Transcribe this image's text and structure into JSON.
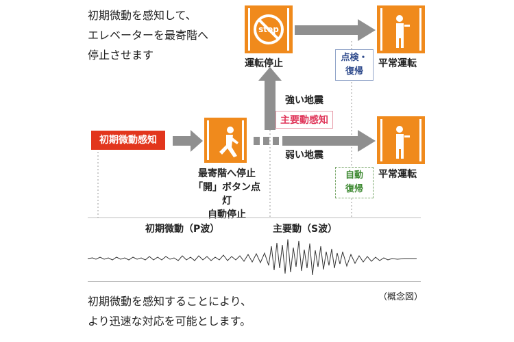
{
  "intro_lines": [
    "初期微動を感知して、",
    "エレベーターを最寄階へ",
    "停止させます"
  ],
  "stop_sign_text": "stop",
  "labels": {
    "emergency_stop": "運転停止",
    "normal_top": "平常運転",
    "normal_bottom": "平常運転",
    "strong_quake": "強い地震",
    "weak_quake": "弱い地震",
    "main_motion_detect": "主要動感知",
    "initial_detect": "初期微動感知",
    "inspection_restore_1": "点検・",
    "inspection_restore_2": "復帰",
    "auto_restore_1": "自動",
    "auto_restore_2": "復帰",
    "nearest_floor_1": "最寄階へ停止",
    "nearest_floor_2": "「開」ボタン点灯",
    "nearest_floor_3": "自動停止"
  },
  "wave_labels": {
    "p_wave": "初期微動（P波）",
    "s_wave": "主要動（S波）"
  },
  "footer_lines": [
    "初期微動を感知することにより、",
    "より迅速な対応を可能とします。"
  ],
  "note": "（概念図）",
  "colors": {
    "orange": "#f08a1c",
    "red": "#e2361d",
    "arrow_gray": "#8f8f8f",
    "pink": "#e0365a",
    "blue": "#2f4b8c",
    "green": "#3f8a33"
  }
}
